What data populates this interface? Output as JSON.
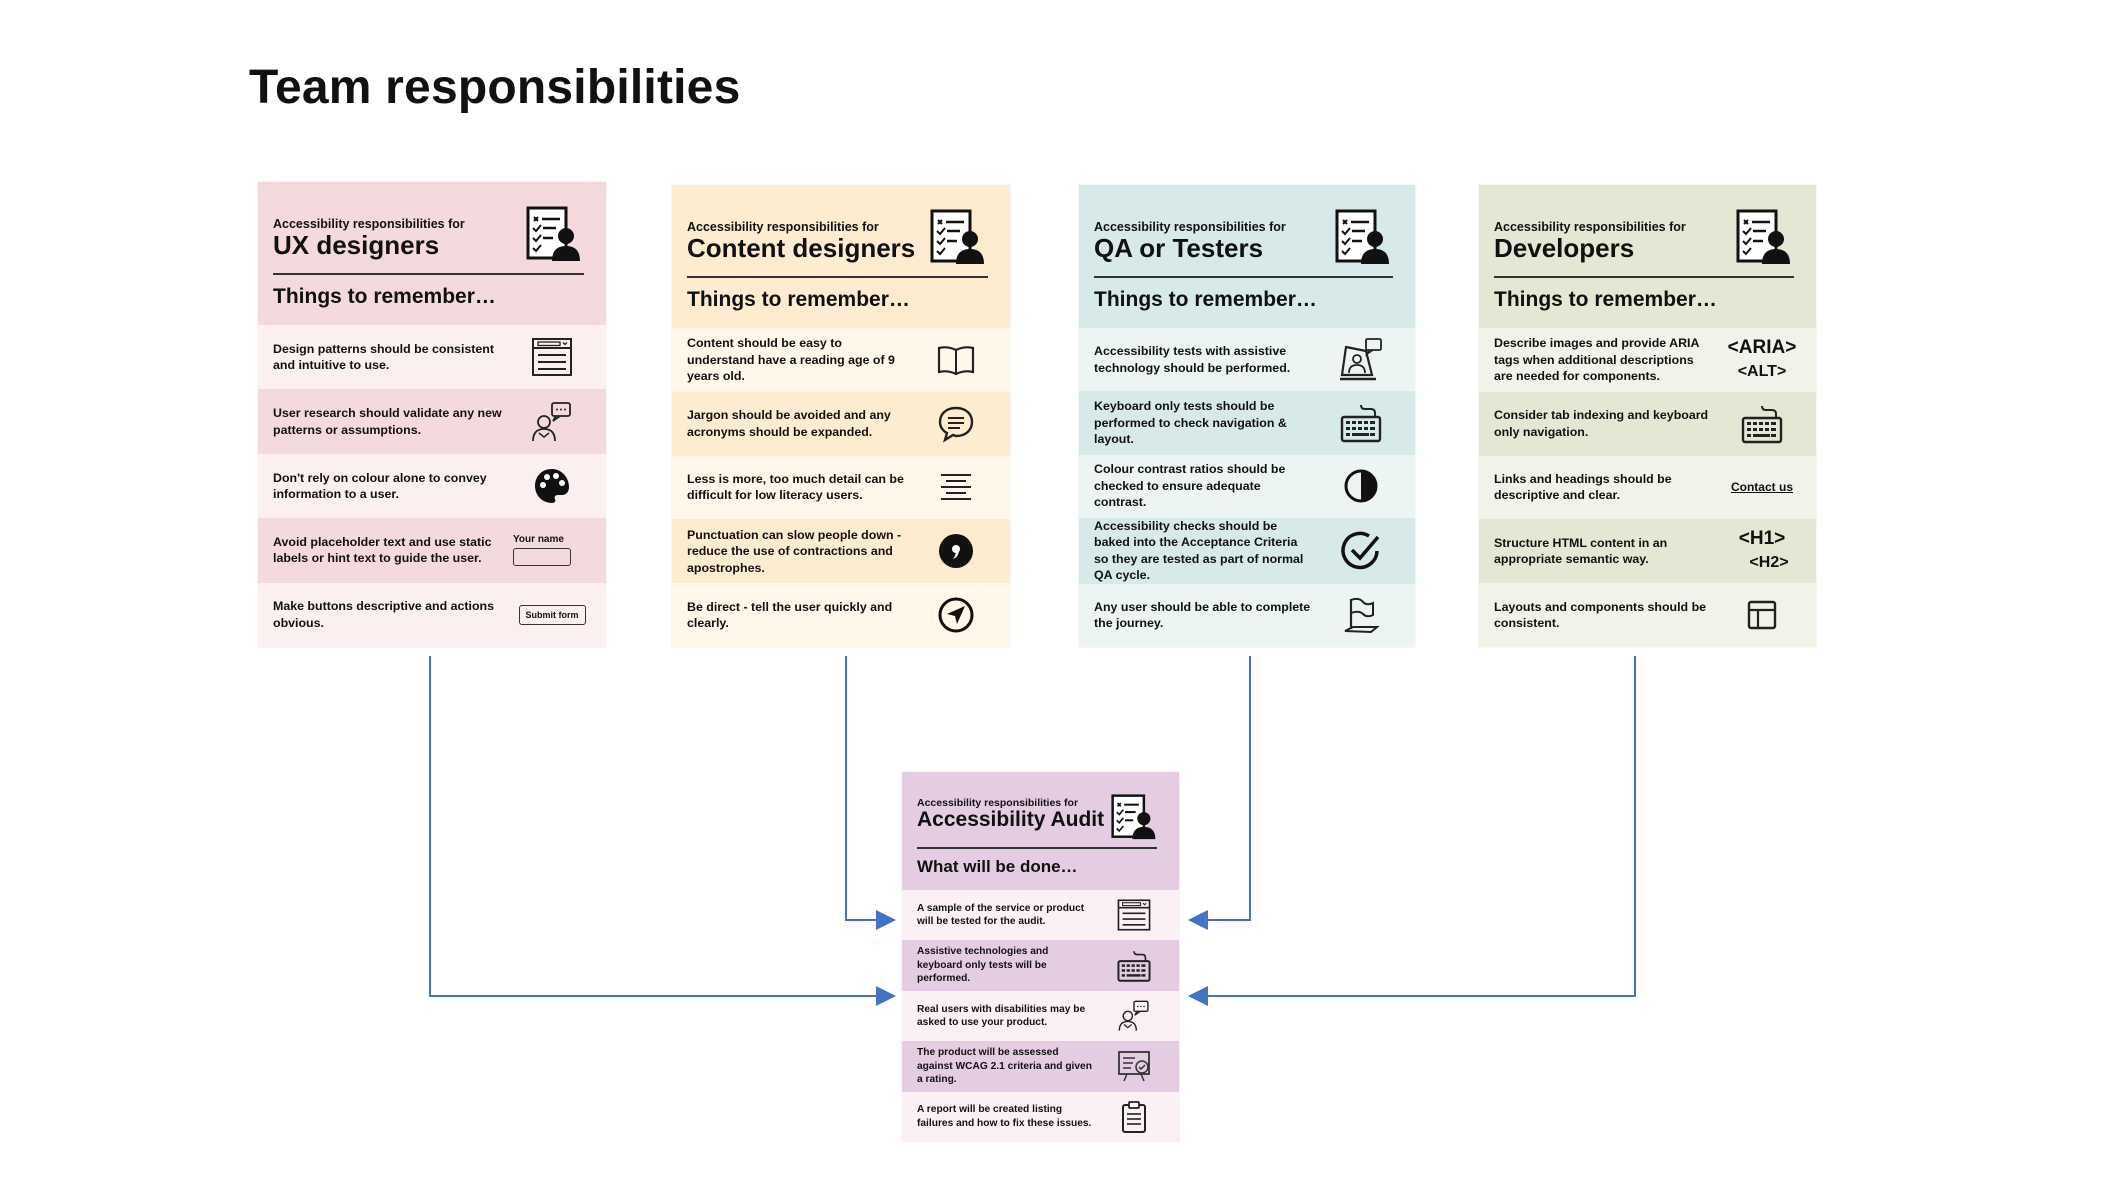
{
  "page_title": "Team responsibilities",
  "colors": {
    "ux_head": "#f5dadd",
    "ux_row_dark": "#f5dadd",
    "ux_row_light": "#fcefef",
    "content_head": "#fdecd0",
    "content_row_dark": "#fdecd0",
    "content_row_light": "#fef7ea",
    "qa_head": "#d7e9e8",
    "qa_row_dark": "#d7e9e8",
    "qa_row_light": "#ecf5f4",
    "dev_head": "#e2e8d3",
    "dev_row_dark": "#e2e8d3",
    "dev_row_light": "#f0f3e8",
    "audit_head": "#e4cce3",
    "audit_row_dark": "#e4cce3",
    "audit_row_light": "#fbf1f4",
    "arrow": "#4472c4"
  },
  "cards": {
    "ux": {
      "kicker": "Accessibility responsibilities for",
      "role": "UX designers",
      "subtitle": "Things to remember…",
      "rows": [
        {
          "text": "Design patterns should be consistent and intuitive to use.",
          "icon": "layout-window-icon"
        },
        {
          "text": "User research should validate any new patterns or assumptions.",
          "icon": "user-speech-icon"
        },
        {
          "text": "Don't rely on colour alone to convey information to a user.",
          "icon": "palette-icon"
        },
        {
          "text": "Avoid placeholder text and use static labels or hint text to guide the user.",
          "icon": "text-field-icon",
          "field_label": "Your name"
        },
        {
          "text": "Make buttons descriptive and actions obvious.",
          "icon": "button-icon",
          "button_label": "Submit form"
        }
      ]
    },
    "content": {
      "kicker": "Accessibility responsibilities for",
      "role": "Content designers",
      "subtitle": "Things to remember…",
      "rows": [
        {
          "text": "Content should be easy to understand have a reading age of 9 years old.",
          "icon": "book-icon"
        },
        {
          "text": "Jargon should be avoided and any acronyms should be expanded.",
          "icon": "chat-bubble-icon"
        },
        {
          "text": "Less is more, too much detail can be difficult for low literacy users.",
          "icon": "text-align-icon"
        },
        {
          "text": "Punctuation can slow people down - reduce the use of contractions and apostrophes.",
          "icon": "comma-icon"
        },
        {
          "text": "Be direct - tell the user quickly and clearly.",
          "icon": "direction-icon"
        }
      ]
    },
    "qa": {
      "kicker": "Accessibility responsibilities for",
      "role": "QA or Testers",
      "subtitle": "Things to remember…",
      "rows": [
        {
          "text": "Accessibility tests with assistive technology should be performed.",
          "icon": "assistive-tech-icon"
        },
        {
          "text": "Keyboard only tests should be performed to check navigation & layout.",
          "icon": "keyboard-icon"
        },
        {
          "text": "Colour contrast ratios should be checked to ensure adequate contrast.",
          "icon": "contrast-icon"
        },
        {
          "text": "Accessibility checks should be baked into the Acceptance Criteria so they are tested as part of normal QA cycle.",
          "icon": "check-circle-icon"
        },
        {
          "text": "Any user should be able to complete the journey.",
          "icon": "finish-flag-icon"
        }
      ]
    },
    "dev": {
      "kicker": "Accessibility responsibilities for",
      "role": "Developers",
      "subtitle": "Things to remember…",
      "rows": [
        {
          "text": "Describe images and provide ARIA tags when additional descriptions are needed for components.",
          "icon": "aria-tag-icon",
          "tag1": "<ARIA>",
          "tag2": "<ALT>"
        },
        {
          "text": "Consider tab indexing and keyboard only navigation.",
          "icon": "keyboard-icon"
        },
        {
          "text": "Links and headings should be descriptive and clear.",
          "icon": "link-icon",
          "link_label": "Contact us"
        },
        {
          "text": "Structure HTML content in an appropriate semantic way.",
          "icon": "heading-tag-icon",
          "tag1": "<H1>",
          "tag2": "<H2>"
        },
        {
          "text": "Layouts and components should be consistent.",
          "icon": "layout-grid-icon"
        }
      ]
    },
    "audit": {
      "kicker": "Accessibility responsibilities for",
      "role": "Accessibility Audit",
      "subtitle": "What will be done…",
      "rows": [
        {
          "text": "A sample of the service or product will be tested for the audit.",
          "icon": "layout-window-icon"
        },
        {
          "text": "Assistive technologies and keyboard only tests will be performed.",
          "icon": "keyboard-icon"
        },
        {
          "text": "Real users with disabilities may be asked to use your product.",
          "icon": "user-speech-icon"
        },
        {
          "text": "The product will be assessed against WCAG 2.1 criteria and given a rating.",
          "icon": "presentation-check-icon"
        },
        {
          "text": "A report will be created listing failures and how to fix these issues.",
          "icon": "clipboard-icon"
        }
      ]
    }
  }
}
